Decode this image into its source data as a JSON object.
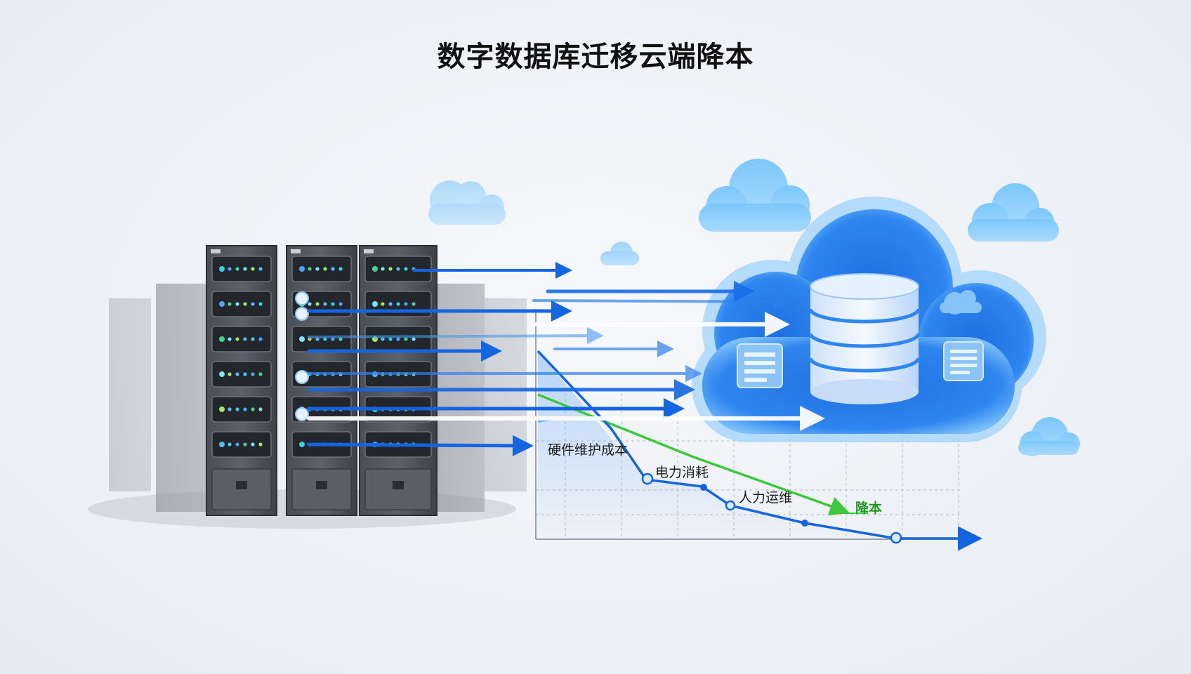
{
  "title": "数字数据库迁移云端降本",
  "labels": {
    "hardware": "硬件维护成本",
    "power": "电力消耗",
    "staff": "人力运维",
    "reduce": "降本"
  },
  "colors": {
    "arrow_blue": "#1565e0",
    "cloud_blue": "#2f80ed",
    "line_green": "#3cc83c",
    "rack_dark": "#3b3f45"
  },
  "icons": {
    "servers": "server-rack-icon",
    "cloud": "cloud-icon",
    "database": "database-icon",
    "document": "document-icon"
  }
}
